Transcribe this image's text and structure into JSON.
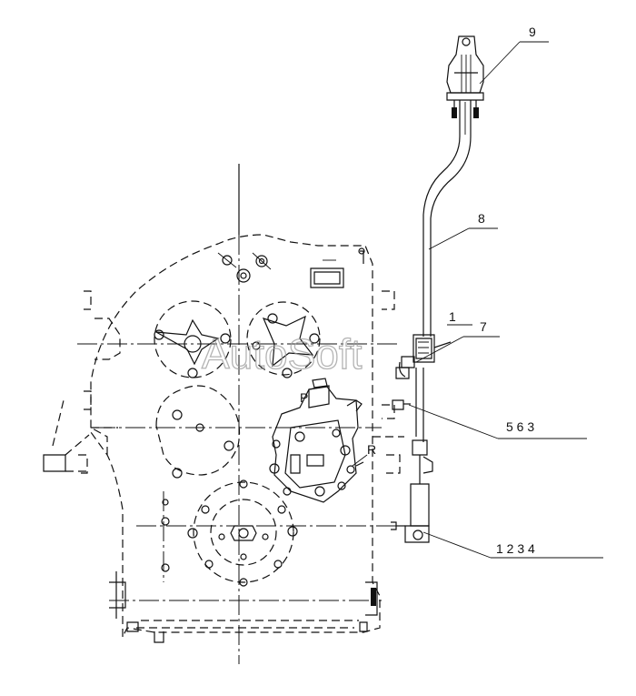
{
  "watermark": "AutoSoft",
  "callouts": {
    "c9": "9",
    "c8": "8",
    "c7": "7",
    "c563": "5 6 3",
    "c1234": "1 2 3 4",
    "c_small1": "1",
    "c_small_r": "R"
  },
  "colors": {
    "line": "#111111",
    "watermark": "#9a9a9a",
    "background": "#ffffff"
  }
}
